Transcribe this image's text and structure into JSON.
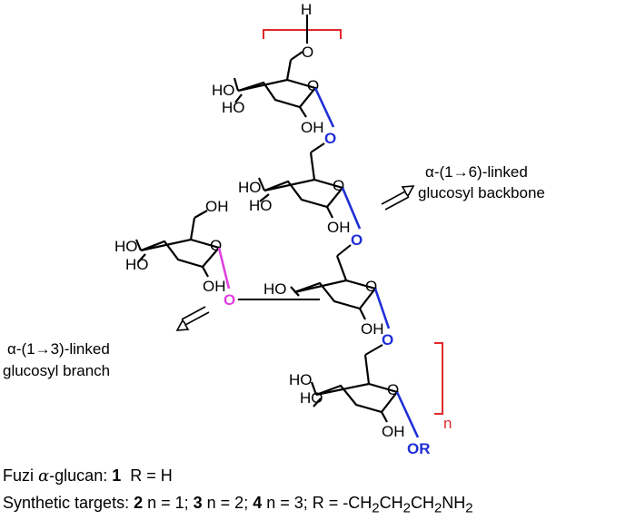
{
  "labels": {
    "ho": "HO",
    "oh": "OH",
    "o": "O",
    "h": "H",
    "or": "OR",
    "n": "n"
  },
  "annotations": {
    "backbone_line1": "α-(1→6)-linked",
    "backbone_line2": "glucosyl backbone",
    "branch_line1": "α-(1→3)-linked",
    "branch_line2": "glucosyl branch"
  },
  "legend": {
    "fuzi_prefix": "Fuzi ",
    "fuzi_alpha": "α",
    "fuzi_suffix": "-glucan: ",
    "fuzi_num": "1",
    "fuzi_r": "R = H",
    "targets_prefix": "Synthetic targets: ",
    "t2_num": "2",
    "t2_text": " n = 1; ",
    "t3_num": "3",
    "t3_text": " n = 2; ",
    "t4_num": "4",
    "t4_text": " n = 3; R = -CH",
    "sub1": "2",
    "ch2a": "CH",
    "sub2": "2",
    "ch2b": "CH",
    "sub3": "2",
    "nh": "NH",
    "sub4": "2"
  },
  "colors": {
    "bond": "#000000",
    "alpha6_link": "#1f2fd6",
    "alpha3_link": "#e040e0",
    "bracket": "#e0282a"
  }
}
